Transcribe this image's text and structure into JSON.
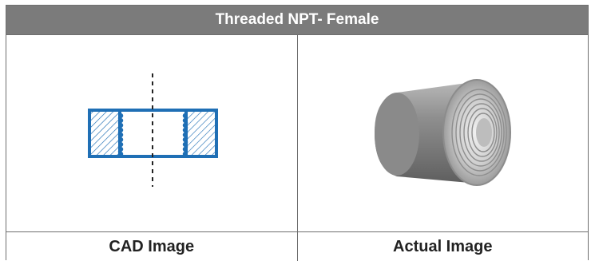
{
  "table": {
    "title": "Threaded NPT- Female",
    "columns": [
      {
        "caption": "CAD Image",
        "image": "cad-section-drawing"
      },
      {
        "caption": "Actual Image",
        "image": "female-npt-coupling-photo"
      }
    ]
  },
  "colors": {
    "header_bg": "#7b7b7b",
    "cad_blue": "#1f6fb5",
    "border": "#6f6f6f"
  }
}
